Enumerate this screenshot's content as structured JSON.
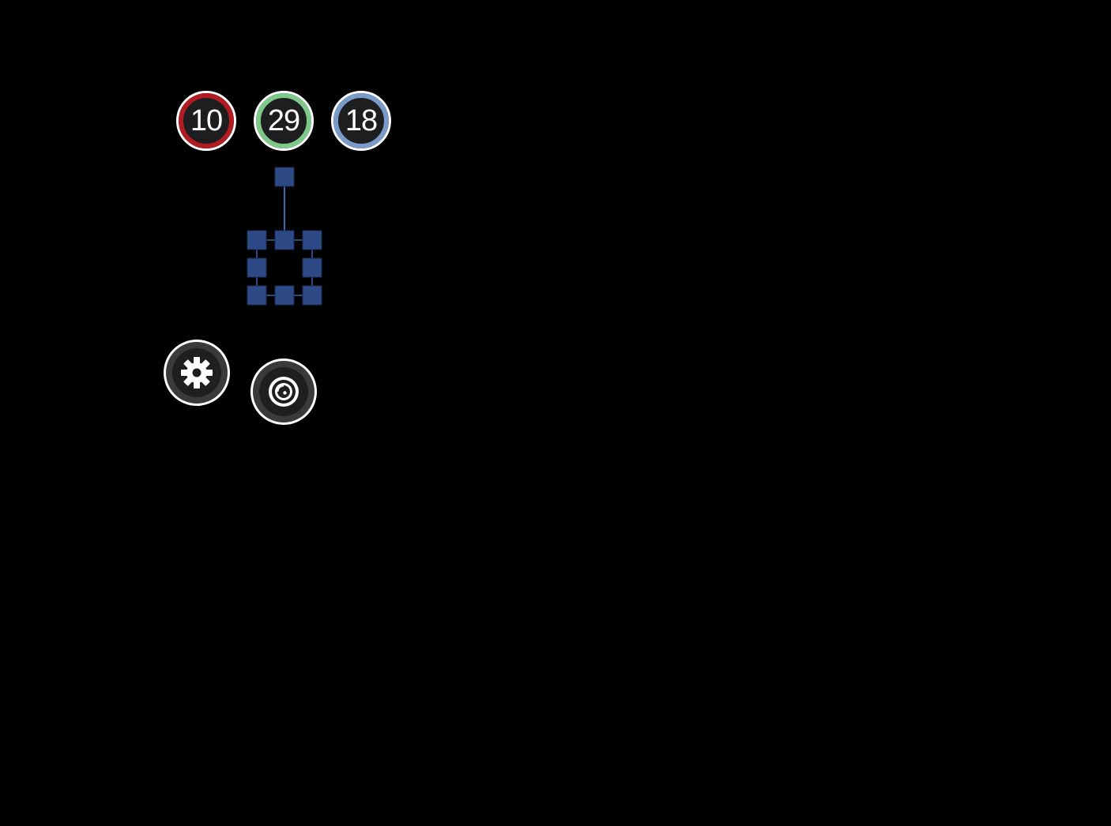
{
  "counters": [
    {
      "name": "red-counter",
      "value": "10",
      "color": "#b01c22"
    },
    {
      "name": "green-counter",
      "value": "29",
      "color": "#7ec98a"
    },
    {
      "name": "blue-counter",
      "value": "18",
      "color": "#7a9bc8"
    }
  ],
  "selection": {
    "handle_color": "#2e4a86",
    "line_color": "#3f64b0"
  },
  "buttons": {
    "settings": {
      "icon": "gear-icon"
    },
    "camera": {
      "icon": "lens-icon"
    }
  }
}
